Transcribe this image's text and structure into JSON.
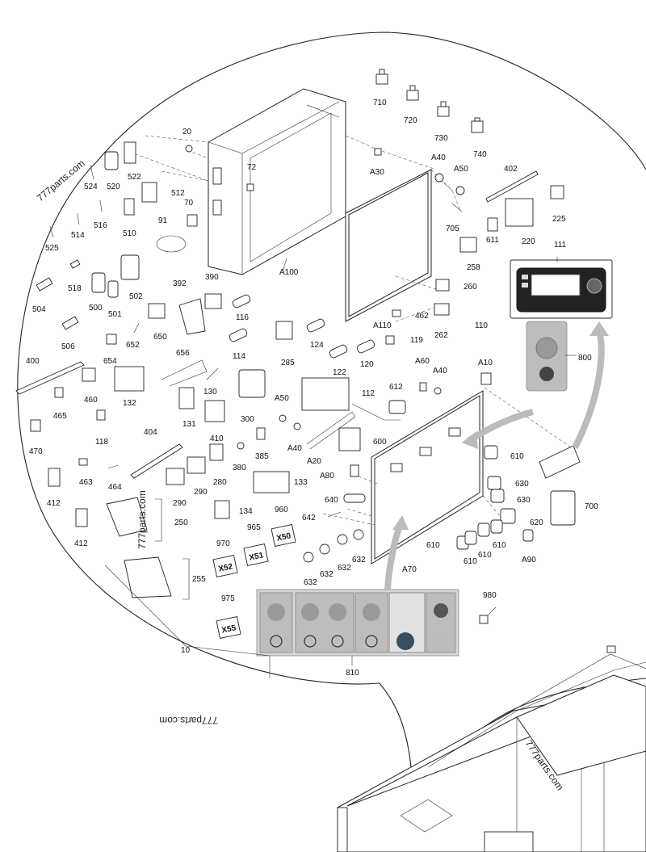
{
  "watermarks": [
    "777parts.com",
    "777parts.com",
    "777parts.com",
    "777parts.com"
  ],
  "callouts": {
    "c710": "710",
    "c720": "720",
    "c730": "730",
    "c740": "740",
    "c20": "20",
    "c72": "72",
    "c70": "70",
    "c91": "91",
    "c524": "524",
    "c520": "520",
    "c522": "522",
    "c512": "512",
    "c516": "516",
    "c514": "514",
    "c510": "510",
    "c525": "525",
    "c518": "518",
    "c502": "502",
    "c504": "504",
    "c500": "500",
    "c501": "501",
    "c506": "506",
    "cA30": "A30",
    "cA40a": "A40",
    "cA50a": "A50",
    "c402": "402",
    "c225": "225",
    "c705": "705",
    "c611": "611",
    "c220": "220",
    "c258": "258",
    "c111": "111",
    "cA100": "A100",
    "c392": "392",
    "c390": "390",
    "c116": "116",
    "c650": "650",
    "c260": "260",
    "c462": "462",
    "c262": "262",
    "cA110": "A110",
    "c110": "110",
    "c652": "652",
    "c654": "654",
    "c114": "114",
    "c124": "124",
    "c285": "285",
    "c119": "119",
    "c800": "800",
    "c400": "400",
    "c656": "656",
    "c122": "122",
    "c120": "120",
    "cA60": "A60",
    "cA40b": "A40",
    "cA10": "A10",
    "c460": "460",
    "c132": "132",
    "c130": "130",
    "c465": "465",
    "c112": "112",
    "c612": "612",
    "c131": "131",
    "c300": "300",
    "cA50b": "A50",
    "c118": "118",
    "c470": "470",
    "c404": "404",
    "c410": "410",
    "cA40c": "A40",
    "c600": "600",
    "c385": "385",
    "cA20": "A20",
    "c610a": "610",
    "c380": "380",
    "cA80": "A80",
    "c463": "463",
    "c464": "464",
    "c280": "280",
    "c290a": "290",
    "c133": "133",
    "c630a": "630",
    "c630b": "630",
    "c290b": "290",
    "c412a": "412",
    "c640": "640",
    "c250": "250",
    "c134": "134",
    "c700": "700",
    "c642": "642",
    "c960": "960",
    "c620": "620",
    "c412b": "412",
    "c965": "965",
    "c970": "970",
    "c610b": "610",
    "c610c": "610",
    "c610d": "610",
    "c610e": "610",
    "cA90": "A90",
    "c632a": "632",
    "c632b": "632",
    "c632c": "632",
    "c632d": "632",
    "cA70": "A70",
    "c255": "255",
    "c975": "975",
    "c980": "980",
    "c10": "10",
    "c810": "810"
  },
  "plate_tags": {
    "x52": "X52",
    "x51": "X51",
    "x50": "X50",
    "x55": "X55"
  }
}
